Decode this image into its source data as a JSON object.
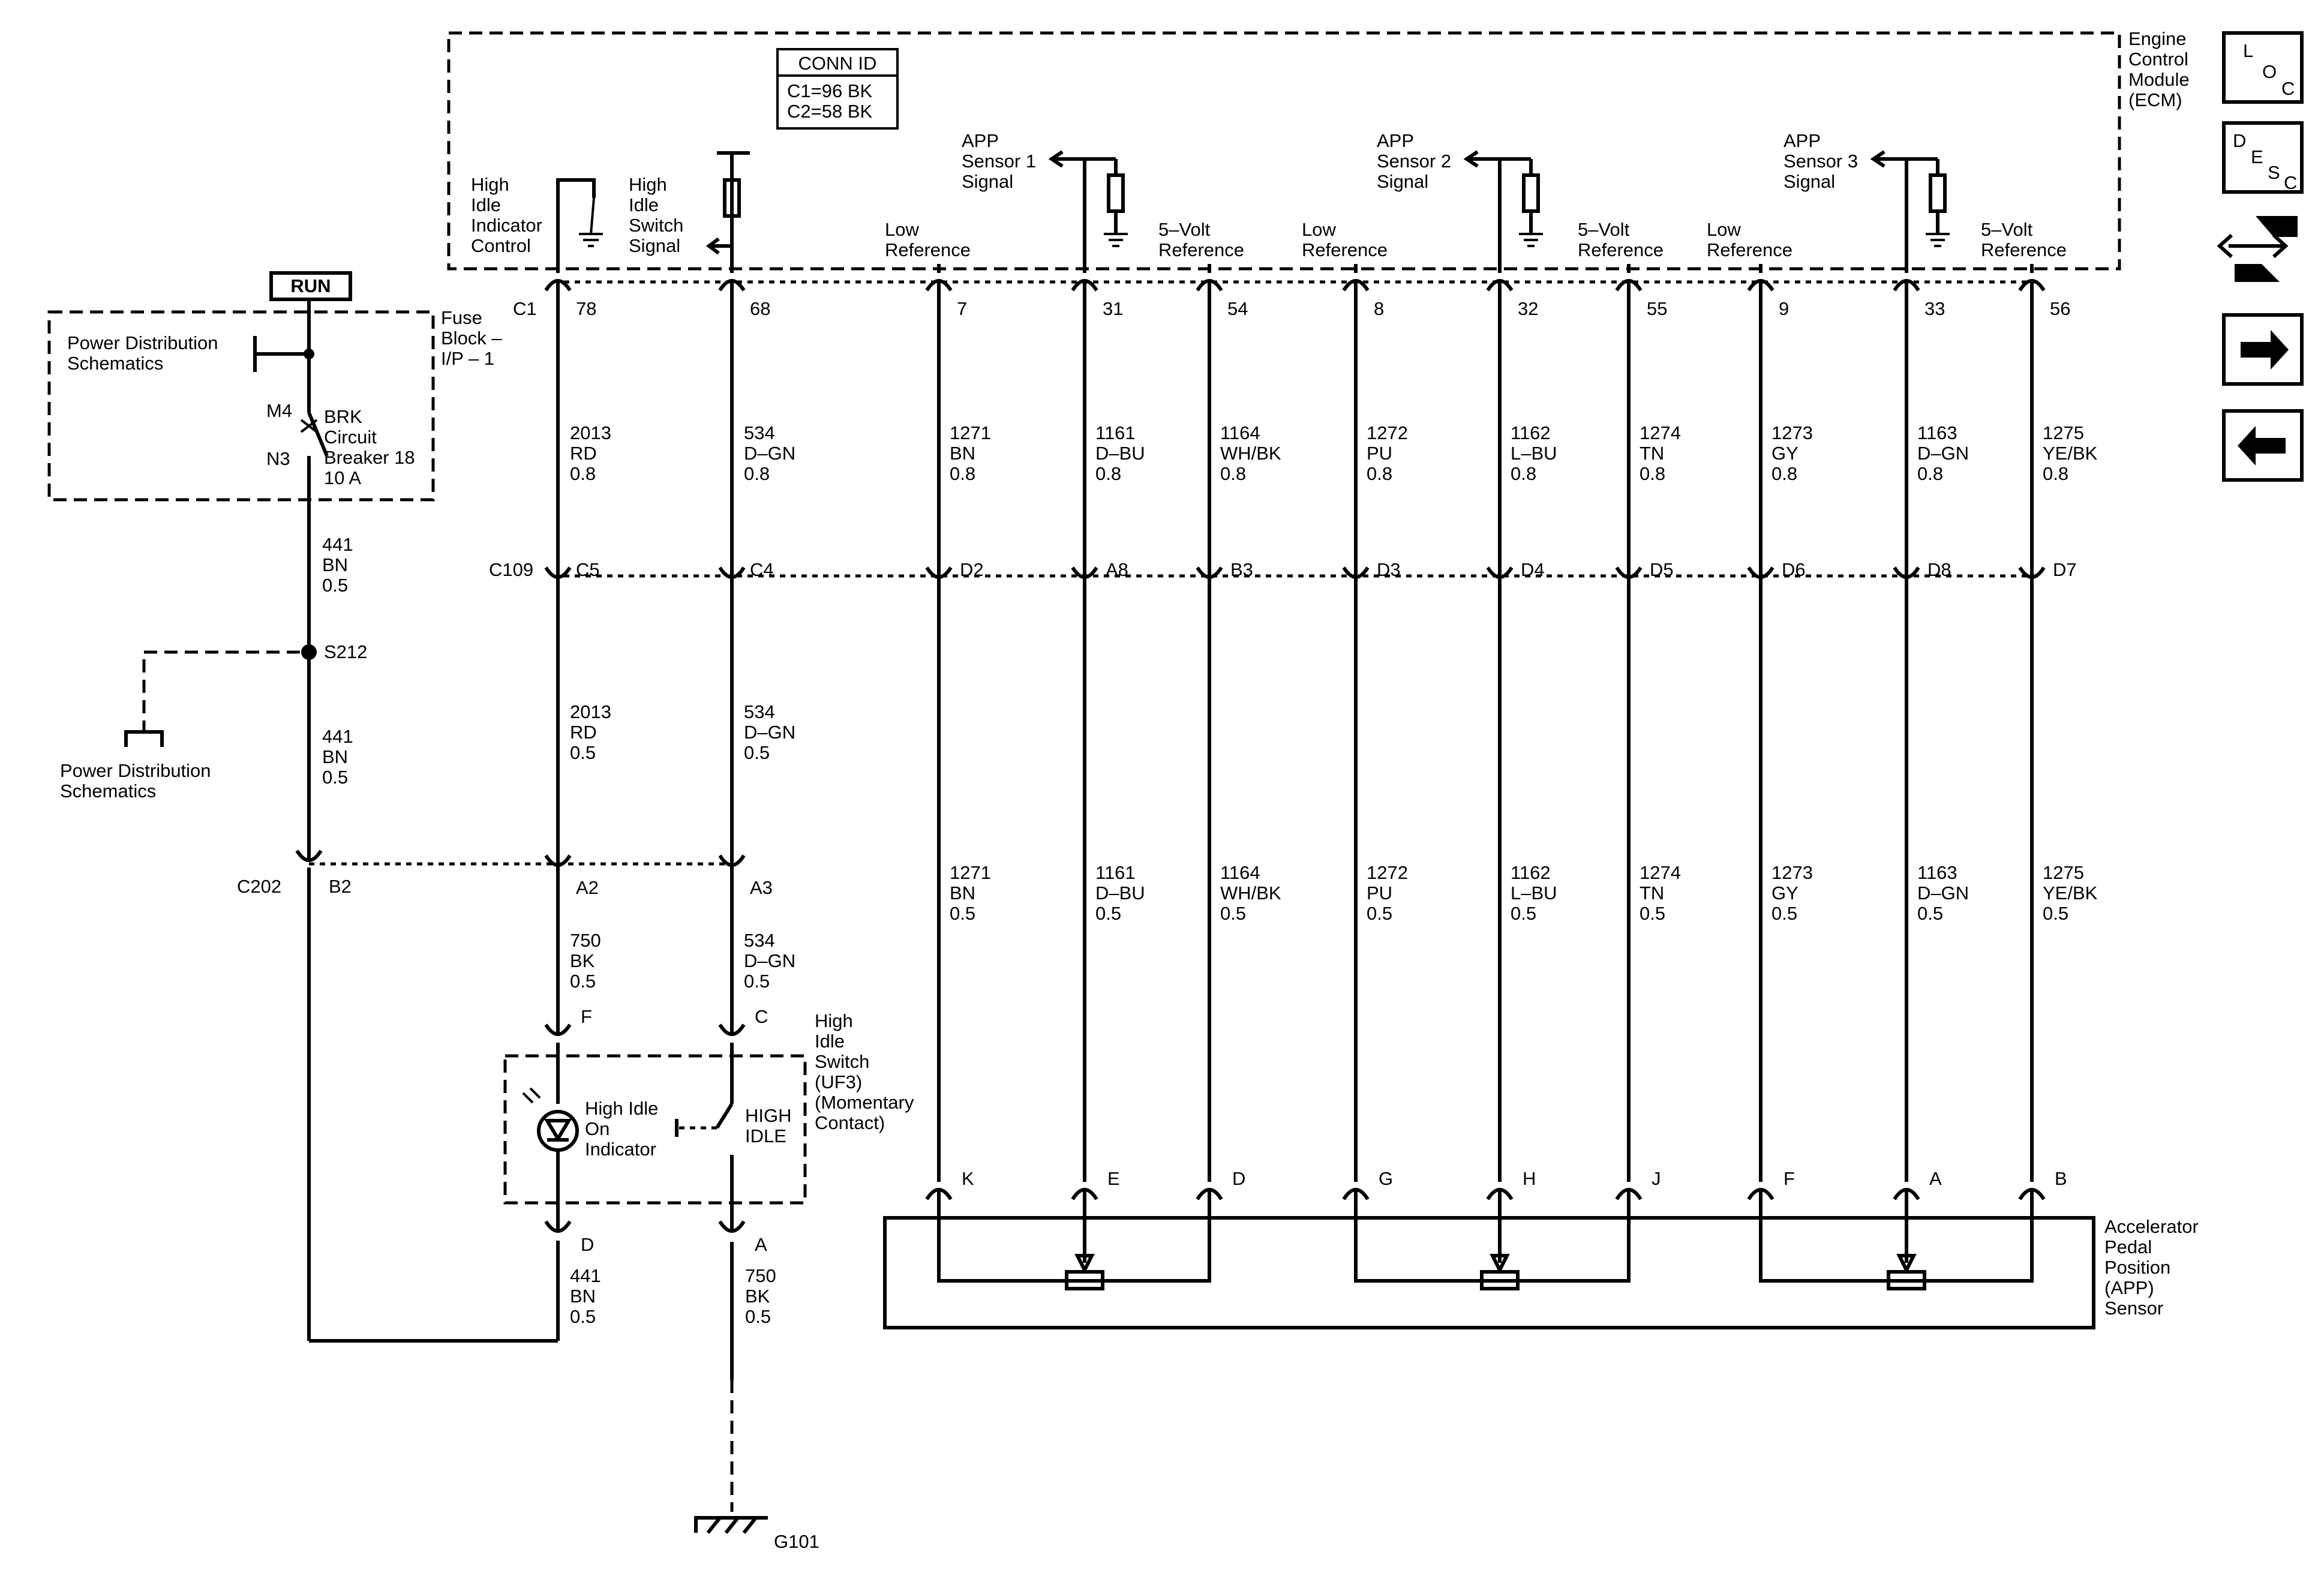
{
  "ecm": {
    "label": [
      "Engine",
      "Control",
      "Module",
      "(ECM)"
    ]
  },
  "conn_id": {
    "title": "CONN ID",
    "lines": [
      "C1=96 BK",
      "C2=58 BK"
    ]
  },
  "run_label": "RUN",
  "fuse_block": {
    "label": [
      "Fuse",
      "Block –",
      "I/P – 1"
    ],
    "power_dist": [
      "Power Distribution",
      "Schematics"
    ],
    "pin_in": "M4",
    "pin_out": "N3",
    "breaker": [
      "BRK",
      "Circuit",
      "Breaker 18",
      "10 A"
    ]
  },
  "splice": {
    "id": "S212",
    "power_dist": [
      "Power Distribution",
      "Schematics"
    ]
  },
  "connectors": {
    "c1": "C1",
    "c109": "C109",
    "c202": "C202"
  },
  "ecm_signals": [
    {
      "lines": [
        "High",
        "Idle",
        "Indicator",
        "Control"
      ]
    },
    {
      "lines": [
        "High",
        "Idle",
        "Switch",
        "Signal"
      ]
    },
    {
      "lines": [
        "APP",
        "Sensor 1",
        "Signal"
      ]
    },
    {
      "lines": [
        "APP",
        "Sensor 2",
        "Signal"
      ]
    },
    {
      "lines": [
        "APP",
        "Sensor 3",
        "Signal"
      ]
    }
  ],
  "ref_labels": [
    {
      "lines": [
        "Low",
        "Reference"
      ]
    },
    {
      "lines": [
        "5–Volt",
        "Reference"
      ]
    },
    {
      "lines": [
        "Low",
        "Reference"
      ]
    },
    {
      "lines": [
        "5–Volt",
        "Reference"
      ]
    },
    {
      "lines": [
        "Low",
        "Reference"
      ]
    },
    {
      "lines": [
        "5–Volt",
        "Reference"
      ]
    }
  ],
  "power_wires": [
    [
      "441",
      "BN",
      "0.5"
    ],
    [
      "441",
      "BN",
      "0.5"
    ],
    [
      "441",
      "BN",
      "0.5"
    ]
  ],
  "left_circuits": [
    {
      "c1_pin": "78",
      "c109_pin": "C5",
      "c202_pin": "A2",
      "wire_top": [
        "2013",
        "RD",
        "0.8"
      ],
      "wire_mid": [
        "2013",
        "RD",
        "0.5"
      ],
      "wire_low": [
        "750",
        "BK",
        "0.5"
      ],
      "comp_pin_top": "F",
      "comp_pin_bot": "D"
    },
    {
      "c1_pin": "68",
      "c109_pin": "C4",
      "c202_pin": "A3",
      "wire_top": [
        "534",
        "D–GN",
        "0.8"
      ],
      "wire_mid": [
        "534",
        "D–GN",
        "0.5"
      ],
      "wire_low": [
        "534",
        "D–GN",
        "0.5"
      ],
      "comp_pin_top": "C",
      "comp_pin_bot": "A"
    }
  ],
  "c202_b2": "B2",
  "ground_wire": [
    "750",
    "BK",
    "0.5"
  ],
  "ground": "G101",
  "high_idle_indicator": [
    "High Idle",
    "On",
    "Indicator"
  ],
  "high_idle_switch": {
    "label": [
      "High",
      "Idle",
      "Switch",
      "(UF3)",
      "(Momentary",
      "Contact)"
    ],
    "contact": [
      "HIGH",
      "IDLE"
    ]
  },
  "app_circuits": [
    {
      "c1_pin": "7",
      "wire_top": [
        "1271",
        "BN",
        "0.8"
      ],
      "c109_pin": "D2",
      "wire_bot": [
        "1271",
        "BN",
        "0.5"
      ],
      "app_pin": "K"
    },
    {
      "c1_pin": "31",
      "wire_top": [
        "1161",
        "D–BU",
        "0.8"
      ],
      "c109_pin": "A8",
      "wire_bot": [
        "1161",
        "D–BU",
        "0.5"
      ],
      "app_pin": "E"
    },
    {
      "c1_pin": "54",
      "wire_top": [
        "1164",
        "WH/BK",
        "0.8"
      ],
      "c109_pin": "B3",
      "wire_bot": [
        "1164",
        "WH/BK",
        "0.5"
      ],
      "app_pin": "D"
    },
    {
      "c1_pin": "8",
      "wire_top": [
        "1272",
        "PU",
        "0.8"
      ],
      "c109_pin": "D3",
      "wire_bot": [
        "1272",
        "PU",
        "0.5"
      ],
      "app_pin": "G"
    },
    {
      "c1_pin": "32",
      "wire_top": [
        "1162",
        "L–BU",
        "0.8"
      ],
      "c109_pin": "D4",
      "wire_bot": [
        "1162",
        "L–BU",
        "0.5"
      ],
      "app_pin": "H"
    },
    {
      "c1_pin": "55",
      "wire_top": [
        "1274",
        "TN",
        "0.8"
      ],
      "c109_pin": "D5",
      "wire_bot": [
        "1274",
        "TN",
        "0.5"
      ],
      "app_pin": "J"
    },
    {
      "c1_pin": "9",
      "wire_top": [
        "1273",
        "GY",
        "0.8"
      ],
      "c109_pin": "D6",
      "wire_bot": [
        "1273",
        "GY",
        "0.5"
      ],
      "app_pin": "F"
    },
    {
      "c1_pin": "33",
      "wire_top": [
        "1163",
        "D–GN",
        "0.8"
      ],
      "c109_pin": "D8",
      "wire_bot": [
        "1163",
        "D–GN",
        "0.5"
      ],
      "app_pin": "A"
    },
    {
      "c1_pin": "56",
      "wire_top": [
        "1275",
        "YE/BK",
        "0.8"
      ],
      "c109_pin": "D7",
      "wire_bot": [
        "1275",
        "YE/BK",
        "0.5"
      ],
      "app_pin": "B"
    }
  ],
  "app_sensor": {
    "label": [
      "Accelerator",
      "Pedal",
      "Position",
      "(APP)",
      "Sensor"
    ]
  },
  "nav": {
    "loc": {
      "l": "L",
      "o": "O",
      "c": "C"
    },
    "desc": {
      "d": "D",
      "e": "E",
      "s": "S",
      "c": "C"
    },
    "icons": [
      "connector-swap-icon",
      "arrow-right-icon",
      "arrow-left-icon"
    ]
  }
}
